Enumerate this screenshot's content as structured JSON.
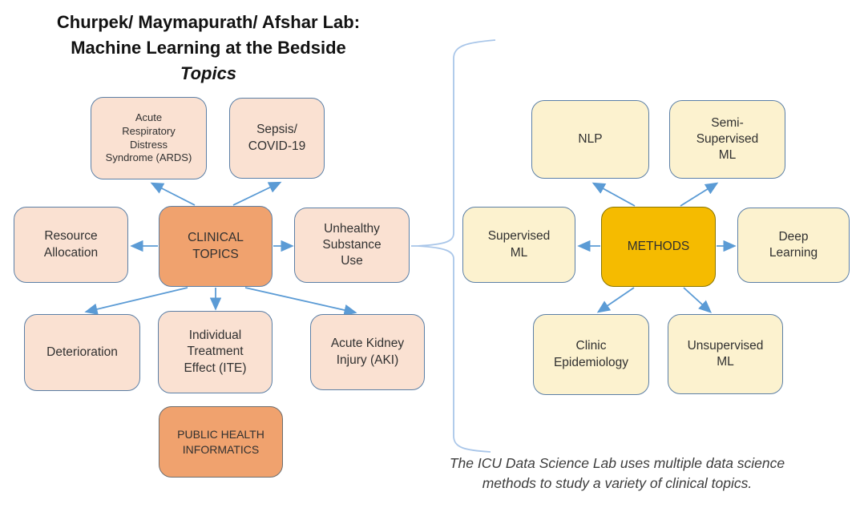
{
  "title": {
    "line1": "Churpek/ Maymapurath/ Afshar Lab:",
    "line2": "Machine Learning at the Bedside",
    "line3": "Topics"
  },
  "caption": "The ICU Data Science Lab uses multiple data science\nmethods to study a variety of clinical topics.",
  "diagram": {
    "left_cluster": {
      "center": "CLINICAL\nTOPICS",
      "ards": "Acute\nRespiratory\nDistress\nSyndrome (ARDS)",
      "sepsis": "Sepsis/\nCOVID-19",
      "resource_allocation": "Resource\nAllocation",
      "unhealthy_substance_use": "Unhealthy\nSubstance\nUse",
      "deterioration": "Deterioration",
      "individual_treatment_effect": "Individual\nTreatment\nEffect (ITE)",
      "acute_kidney_injury": "Acute Kidney\nInjury (AKI)",
      "public_health_informatics": "PUBLIC HEALTH\nINFORMATICS"
    },
    "right_cluster": {
      "center": "METHODS",
      "nlp": "NLP",
      "semi_supervised_ml": "Semi-\nSupervised\nML",
      "supervised_ml": "Supervised\nML",
      "deep_learning": "Deep\nLearning",
      "clinic_epidemiology": "Clinic\nEpidemiology",
      "unsupervised_ml": "Unsupervised\nML"
    }
  },
  "colors": {
    "peach_fill": "#FAE1D2",
    "orange_fill": "#F0A26E",
    "cream_fill": "#FCF2CF",
    "gold_fill": "#F5BB00",
    "node_border_blue": "#5B7FA6",
    "gold_border": "#8A7500",
    "gray_border": "#6E6E6E",
    "arrow_blue": "#5B9BD5",
    "brace_blue": "#A9C6E9",
    "text_dark": "#303030"
  }
}
